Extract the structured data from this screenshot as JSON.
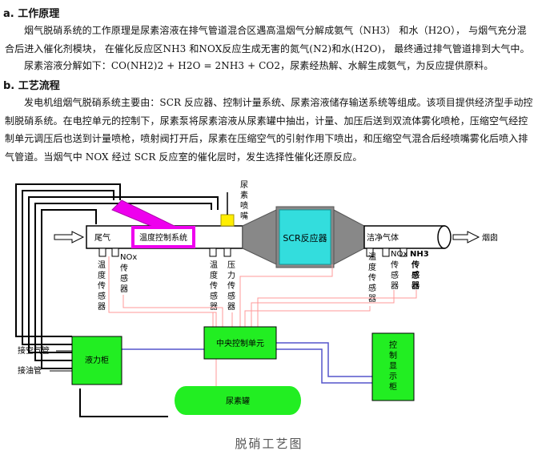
{
  "section_a": {
    "title": "a. 工作原理",
    "para1": "烟气脱硝系统的工作原理是尿素溶液在排气管道混合区遇高温烟气分解成氨气（NH3） 和水（H2O）， 与烟气充分混合后进入催化剂模块， 在催化反应区NH3 和NOX反应生成无害的氮气(N2)和水(H2O)， 最终通过排气管道排到大气中。",
    "para2": "尿素溶液分解如下：CO(NH2)2 + H2O = 2NH3 + CO2，尿素经热解、水解生成氨气，为反应提供原料。"
  },
  "section_b": {
    "title": "b. 工艺流程",
    "para1": "发电机组烟气脱硝系统主要由：SCR 反应器、控制计量系统、尿素溶液储存输送系统等组成。该项目提供经济型手动控制脱硝系统。在电控单元的控制下，尿素泵将尿素溶液从尿素罐中抽出，计量、加压后送到双流体雾化喷枪，压缩空气经控制单元调压后也送到计量喷枪，喷射阀打开后，尿素在压缩空气的引射作用下喷出，和压缩空气混合后经喷嘴雾化后喷入排气管道。当烟气中 NOX 经过 SCR 反应室的催化层时，发生选择性催化还原反应。"
  },
  "diagram": {
    "exhaust_label": "尾气",
    "temp_control_label": "温度控制系统",
    "scr_label": "SCR反应器",
    "clean_gas_label": "洁净气体",
    "chimney_label": "烟囱",
    "nozzle_label": "尿素喷嘴",
    "temp_sensor_label": "温度传感器",
    "nox_sensor_label": "NOx传感器",
    "pressure_sensor_label": "压力传感器",
    "nh3_sensor_label": "NH3传感器",
    "central_control_label": "中央控制单元",
    "display_cabinet_label": "控制显示柜",
    "fluid_cabinet_label": "液力柜",
    "urea_tank_label": "尿素罐",
    "air_pipe_label": "接空气管",
    "oil_pipe_label": "接油管",
    "caption": "脱硝工艺图"
  },
  "colors": {
    "scr": "#33dddd",
    "temp_control": "#ee00ee",
    "nozzle": "#ffee00",
    "control_boxes": "#22ee22",
    "signal_lines": "#ff9999",
    "blue_lines": "#5555cc",
    "pipe_gray": "#888888"
  }
}
